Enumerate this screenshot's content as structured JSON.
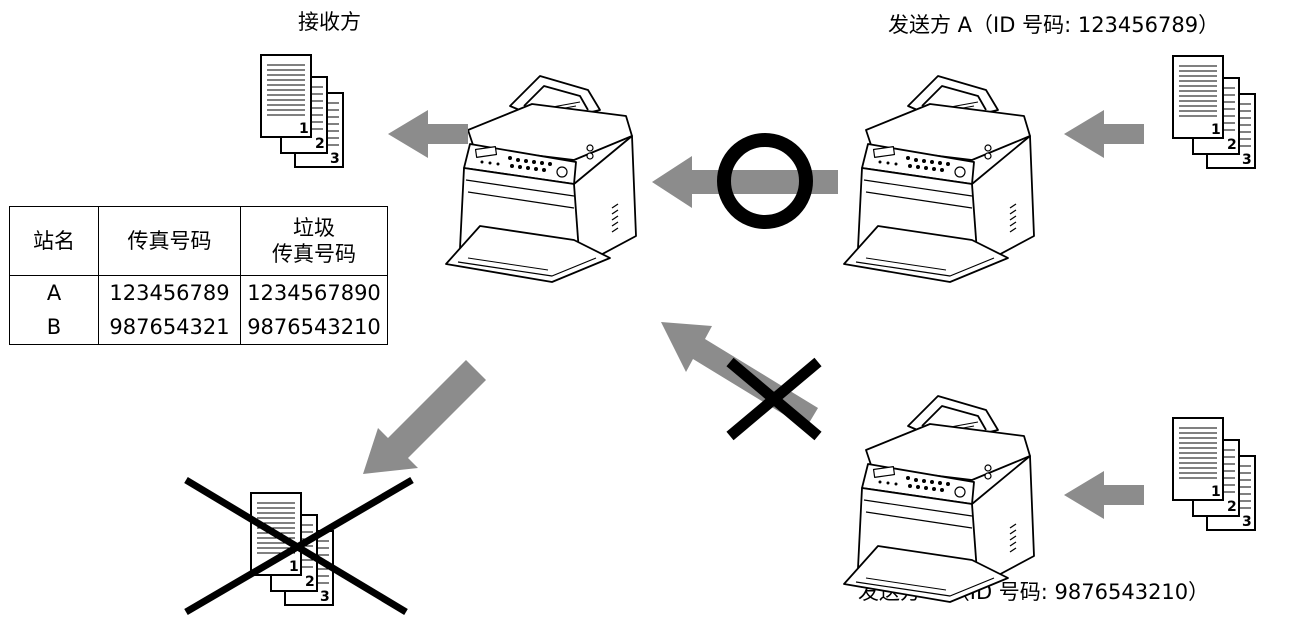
{
  "labels": {
    "receiver": "接收方",
    "sender_a": "发送方 A（ID 号码: 123456789）",
    "sender_b": "发送方 B （ID 号码:  9876543210）"
  },
  "table": {
    "headers": [
      "站名",
      "传真号码",
      "垃圾\n传真号码"
    ],
    "rows": [
      [
        "A",
        "123456789",
        "1234567890"
      ],
      [
        "B",
        "987654321",
        "9876543210"
      ]
    ]
  },
  "document_page_numbers": [
    "1",
    "2",
    "3"
  ],
  "colors": {
    "arrow": "#8c8c8c",
    "line": "#000000",
    "paper": "#ffffff"
  },
  "icons": [
    "document-stack-icon",
    "fax-machine-icon",
    "arrow-icon",
    "circle-accept-icon",
    "cross-reject-icon"
  ]
}
